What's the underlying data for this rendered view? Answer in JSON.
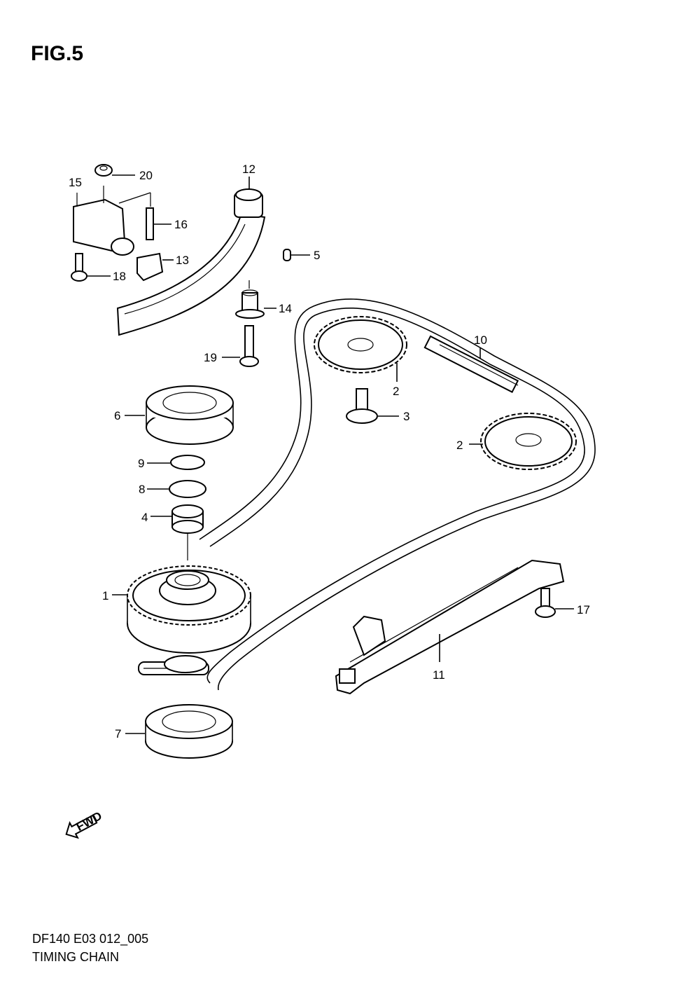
{
  "header": {
    "figure_label": "FIG.5"
  },
  "footer": {
    "diagram_code": "DF140 E03 012_005",
    "diagram_name": "TIMING CHAIN"
  },
  "fwd_arrow": {
    "text": "FWD",
    "icon": "fwd-arrow-icon"
  },
  "callouts": {
    "p1": "1",
    "p2a": "2",
    "p2b": "2",
    "p3": "3",
    "p4": "4",
    "p5": "5",
    "p6": "6",
    "p7": "7",
    "p8": "8",
    "p9": "9",
    "p10": "10",
    "p11": "11",
    "p12": "12",
    "p13": "13",
    "p14": "14",
    "p15": "15",
    "p16": "16",
    "p17": "17",
    "p18": "18",
    "p19": "19",
    "p20": "20"
  }
}
